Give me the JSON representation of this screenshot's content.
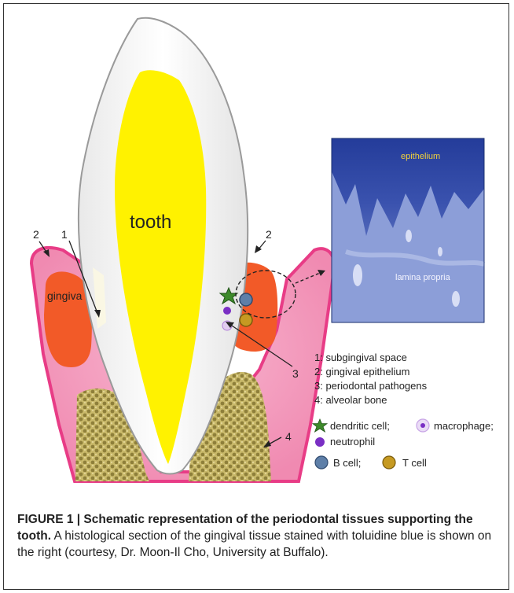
{
  "diagram": {
    "tooth_label": "tooth",
    "gingiva_label": "gingiva",
    "epithelium_label": "epithelium",
    "lamina_label": "lamina propria",
    "callouts": {
      "c1": "1",
      "c2_left": "2",
      "c2_right": "2",
      "c3": "3",
      "c4": "4"
    },
    "legend": [
      "1: subgingival space",
      "2: gingival epithelium",
      "3: periodontal pathogens",
      "4: alveolar bone"
    ],
    "cells": {
      "dendritic": "dendritic cell;",
      "macrophage": "macrophage;",
      "neutrophil": "neutrophil",
      "bcell": "B cell;",
      "tcell": "T cell"
    }
  },
  "caption": {
    "heading": "FIGURE 1 | Schematic representation of the periodontal tissues supporting the tooth.",
    "body": " A histological section of the gingival tissue stained with toluidine blue is shown on the right (courtesy, Dr. Moon-Il Cho, University at Buffalo)."
  },
  "colors": {
    "gingiva_pink": "#f5a6c4",
    "gingiva_inner": "#f26a2e",
    "tooth_yellow": "#fff200",
    "bone": "#b5a45a",
    "histology_dark": "#1a2f8a",
    "histology_light": "#8c9ed8"
  }
}
